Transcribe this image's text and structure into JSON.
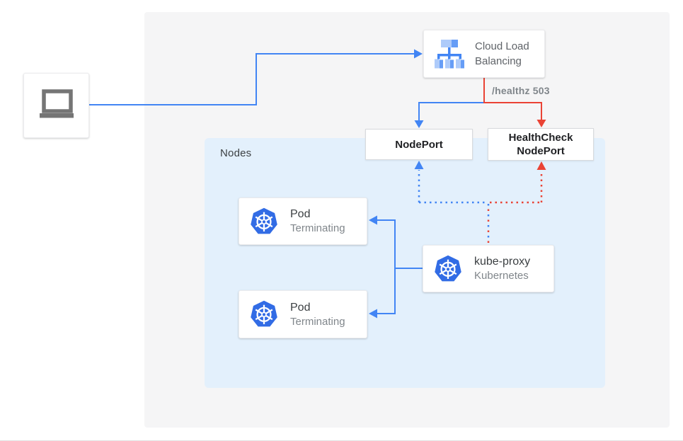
{
  "client": {
    "icon": "laptop-icon"
  },
  "cloud_load_balancing": {
    "label": "Cloud Load Balancing",
    "icon": "load-balancer-icon"
  },
  "edge_label": "/healthz 503",
  "nodeport": {
    "label": "NodePort"
  },
  "healthcheck_nodeport": {
    "line1": "HealthCheck",
    "line2": "NodePort"
  },
  "nodes_group": {
    "label": "Nodes"
  },
  "pods": [
    {
      "title": "Pod",
      "subtitle": "Terminating",
      "icon": "kubernetes-icon"
    },
    {
      "title": "Pod",
      "subtitle": "Terminating",
      "icon": "kubernetes-icon"
    }
  ],
  "kube_proxy": {
    "title": "kube-proxy",
    "subtitle": "Kubernetes",
    "icon": "kubernetes-icon"
  },
  "colors": {
    "flow_blue": "#4285F4",
    "flow_red": "#EA4335",
    "kubernetes_blue": "#326CE5",
    "nodes_group_bg": "#E3F0FC",
    "panel_bg": "#F5F5F6",
    "icon_gray": "#757575"
  }
}
